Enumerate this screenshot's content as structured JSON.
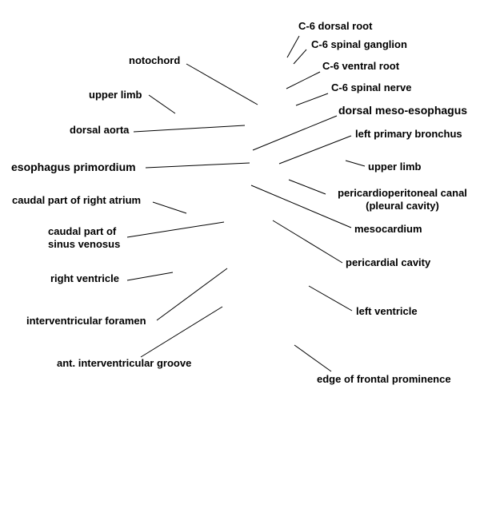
{
  "labels": {
    "c6_dorsal_root": "C-6 dorsal root",
    "c6_spinal_ganglion": "C-6 spinal ganglion",
    "c6_ventral_root": "C-6 ventral root",
    "c6_spinal_nerve": "C-6 spinal nerve",
    "dorsal_meso_esophagus": "dorsal meso-esophagus",
    "left_primary_bronchus": "left primary bronchus",
    "upper_limb_right": "upper limb",
    "pericardioperitoneal_canal": "pericardioperitoneal canal",
    "pleural_cavity": "(pleural cavity)",
    "mesocardium": "mesocardium",
    "pericardial_cavity": "pericardial cavity",
    "left_ventricle": "left ventricle",
    "edge_frontal_prominence": "edge of frontal prominence",
    "notochord": "notochord",
    "upper_limb_left": "upper limb",
    "dorsal_aorta": "dorsal aorta",
    "esophagus_primordium": "esophagus primordium",
    "caudal_right_atrium": "caudal part of right atrium",
    "caudal_sinus_line1": "caudal part of",
    "caudal_sinus_line2": "sinus venosus",
    "right_ventricle": "right ventricle",
    "interventricular_foramen": "interventricular foramen",
    "ant_interventricular_groove": "ant. interventricular groove"
  }
}
